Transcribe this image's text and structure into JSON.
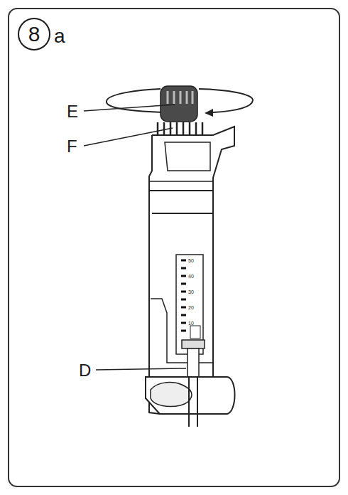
{
  "diagram": {
    "nodes": [
      {
        "text": [
          "8"
        ]
      }
    ],
    "labels": [
      "a",
      "E",
      "F",
      "D",
      "50",
      "40",
      "30",
      "20",
      "10"
    ]
  }
}
